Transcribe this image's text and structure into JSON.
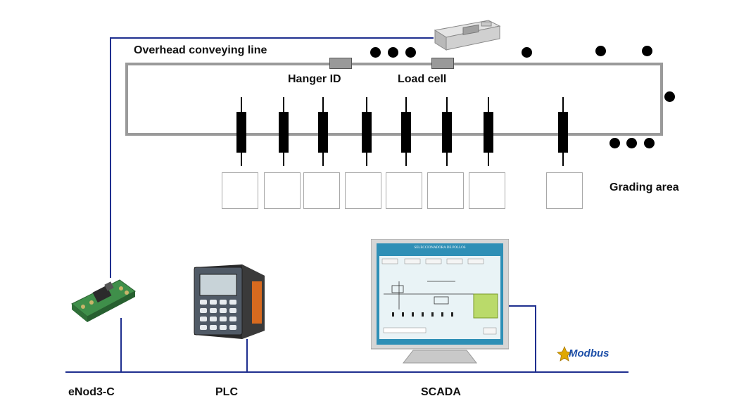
{
  "labels": {
    "overhead_line": "Overhead conveying line",
    "hanger_id": "Hanger ID",
    "load_cell": "Load cell",
    "grading_area": "Grading area",
    "enod3c": "eNod3-C",
    "plc": "PLC",
    "scada": "SCADA",
    "modbus": "Modbus"
  },
  "scada_screen": {
    "title": "SELECCIONADORA DE POLLOS"
  },
  "colors": {
    "wire": "#1f2f8f",
    "conveyor": "#9a9a9a",
    "modbus_text": "#1d4fa8",
    "modbus_star": "#e0a800"
  }
}
